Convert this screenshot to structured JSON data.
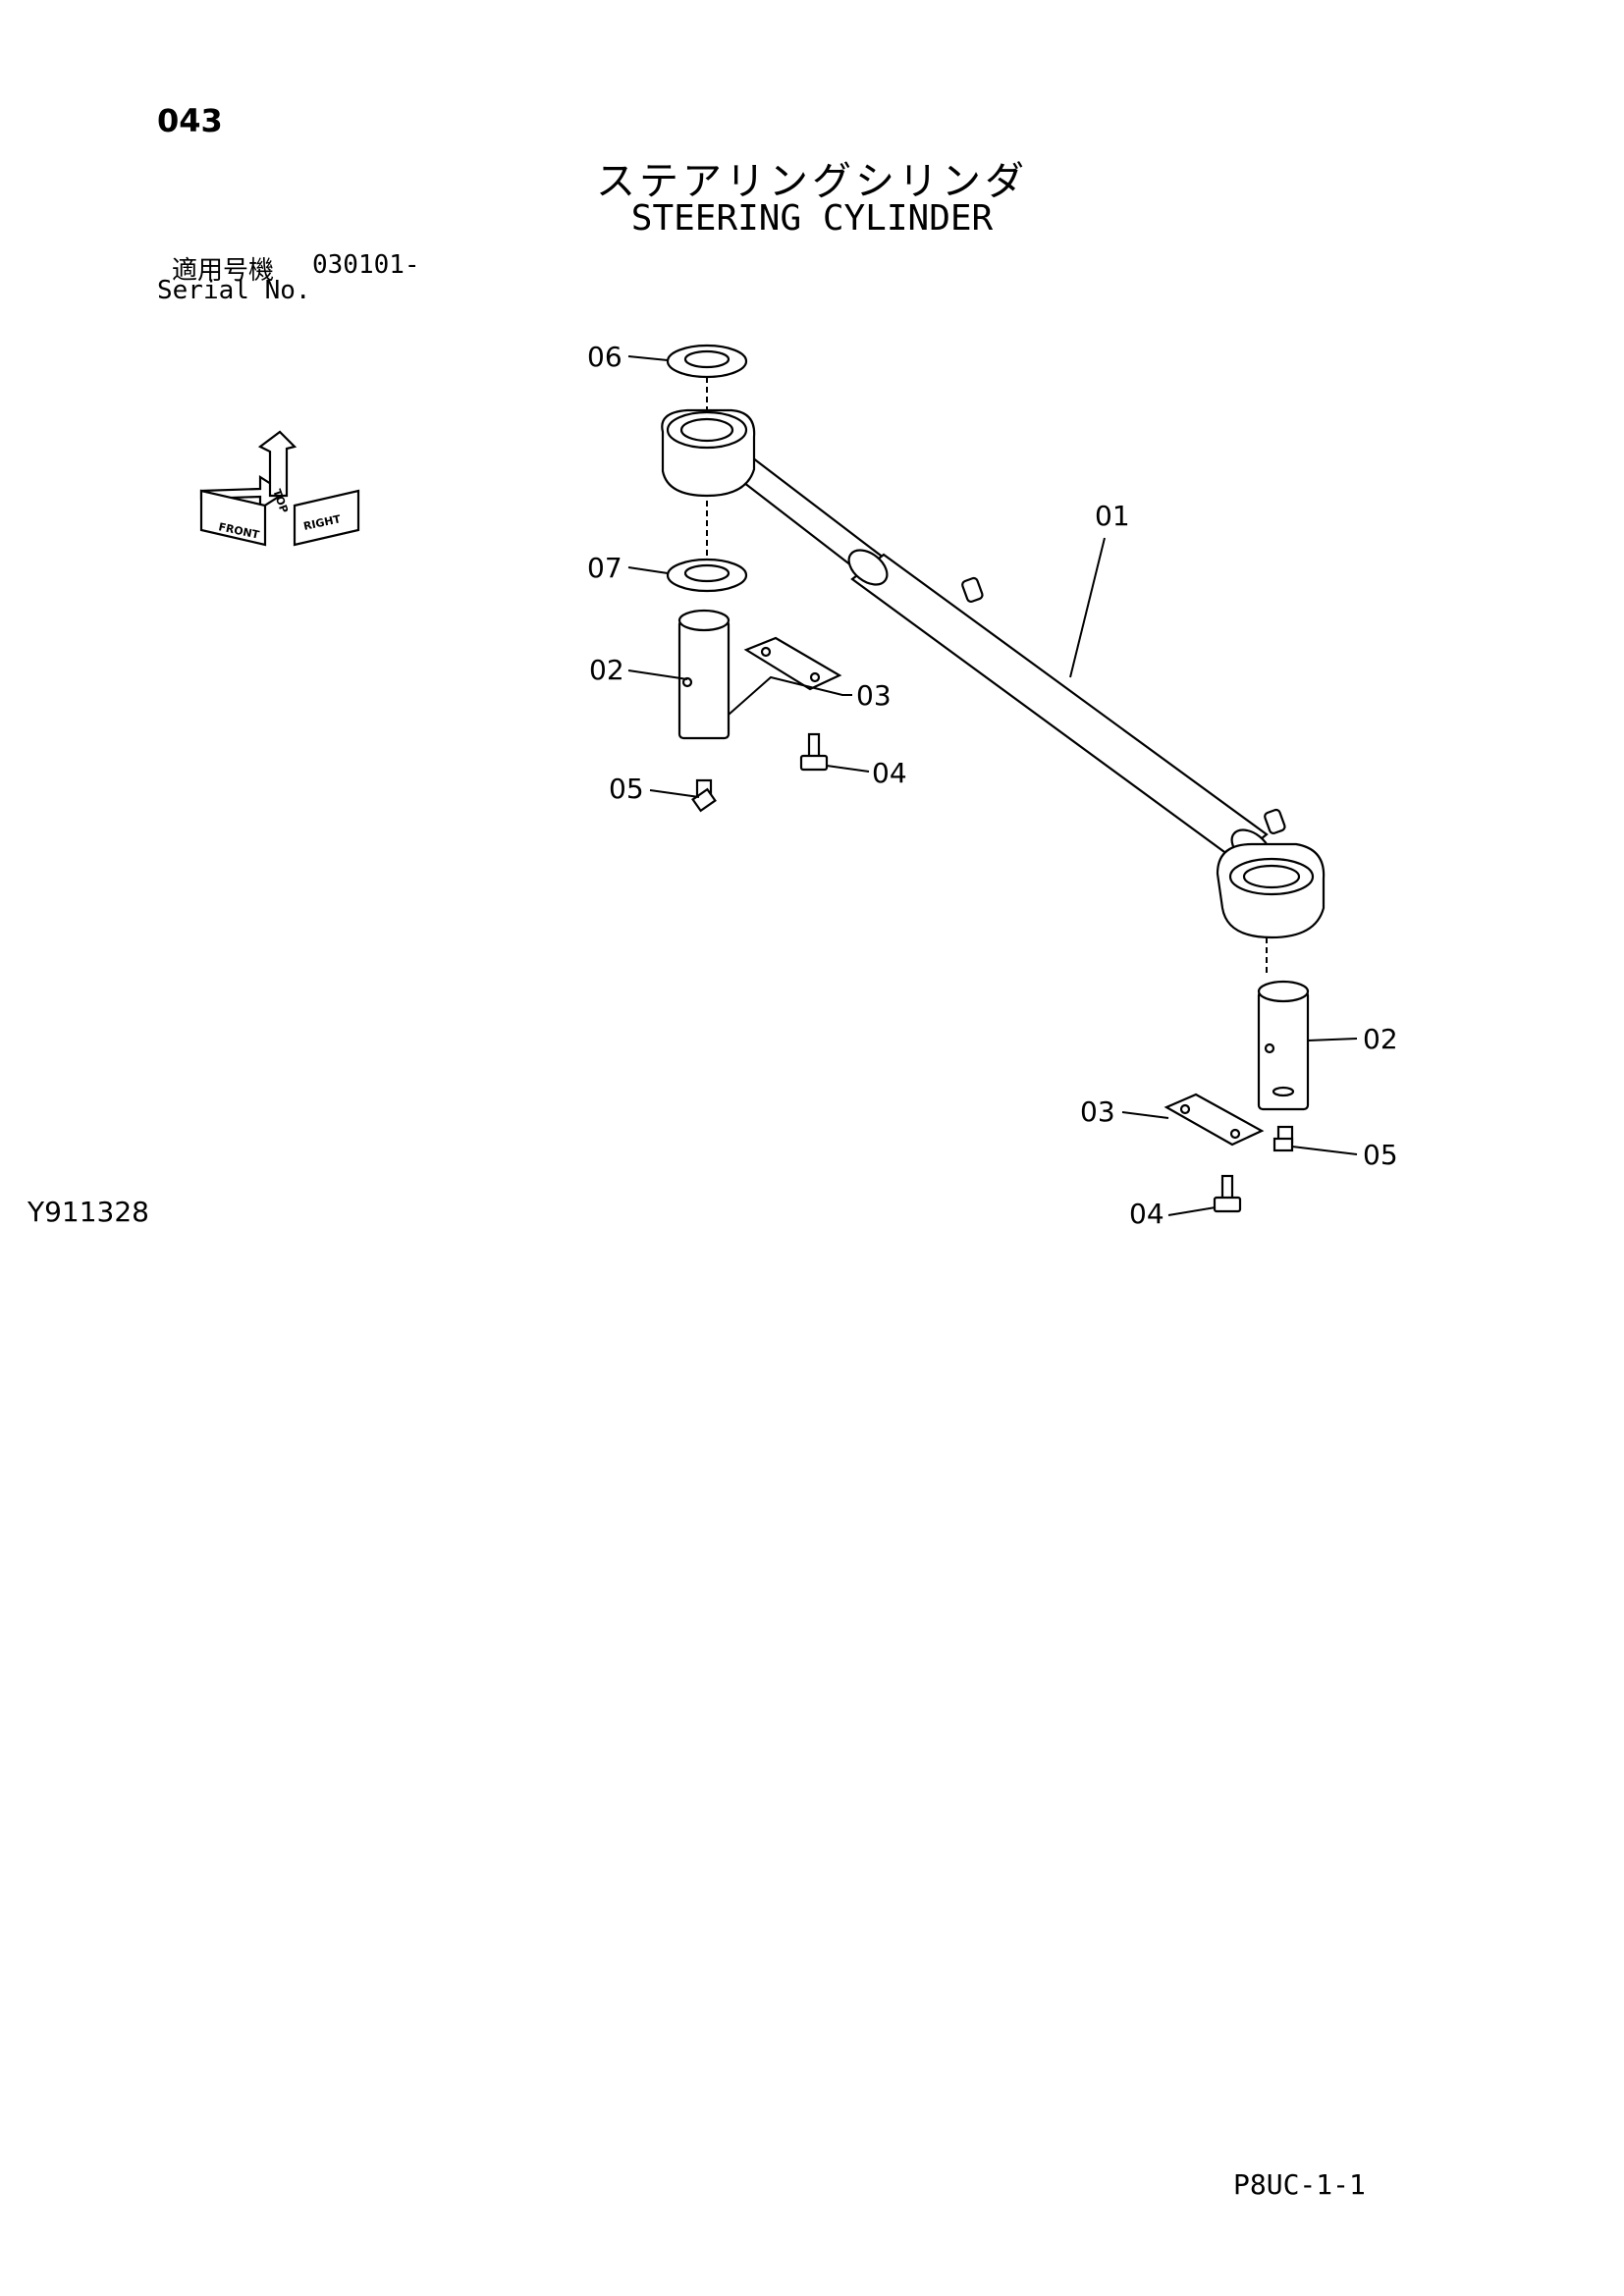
{
  "page_number": "043",
  "title_jp": "ステアリングシリンダ",
  "title_en": "STEERING CYLINDER",
  "serial": {
    "label_jp": "適用号機",
    "label_en": "Serial No.",
    "value": "030101-"
  },
  "drawing_number": "Y911328",
  "document_code": "P8UC-1-1",
  "orientation_icon": {
    "front": "FRONT",
    "top": "TOP",
    "right": "RIGHT"
  },
  "callouts": [
    {
      "id": "c06",
      "label": "06"
    },
    {
      "id": "c07",
      "label": "07"
    },
    {
      "id": "c02a",
      "label": "02"
    },
    {
      "id": "c03a",
      "label": "03"
    },
    {
      "id": "c04a",
      "label": "04"
    },
    {
      "id": "c05a",
      "label": "05"
    },
    {
      "id": "c01",
      "label": "01"
    },
    {
      "id": "c02b",
      "label": "02"
    },
    {
      "id": "c03b",
      "label": "03"
    },
    {
      "id": "c05b",
      "label": "05"
    },
    {
      "id": "c04b",
      "label": "04"
    }
  ]
}
